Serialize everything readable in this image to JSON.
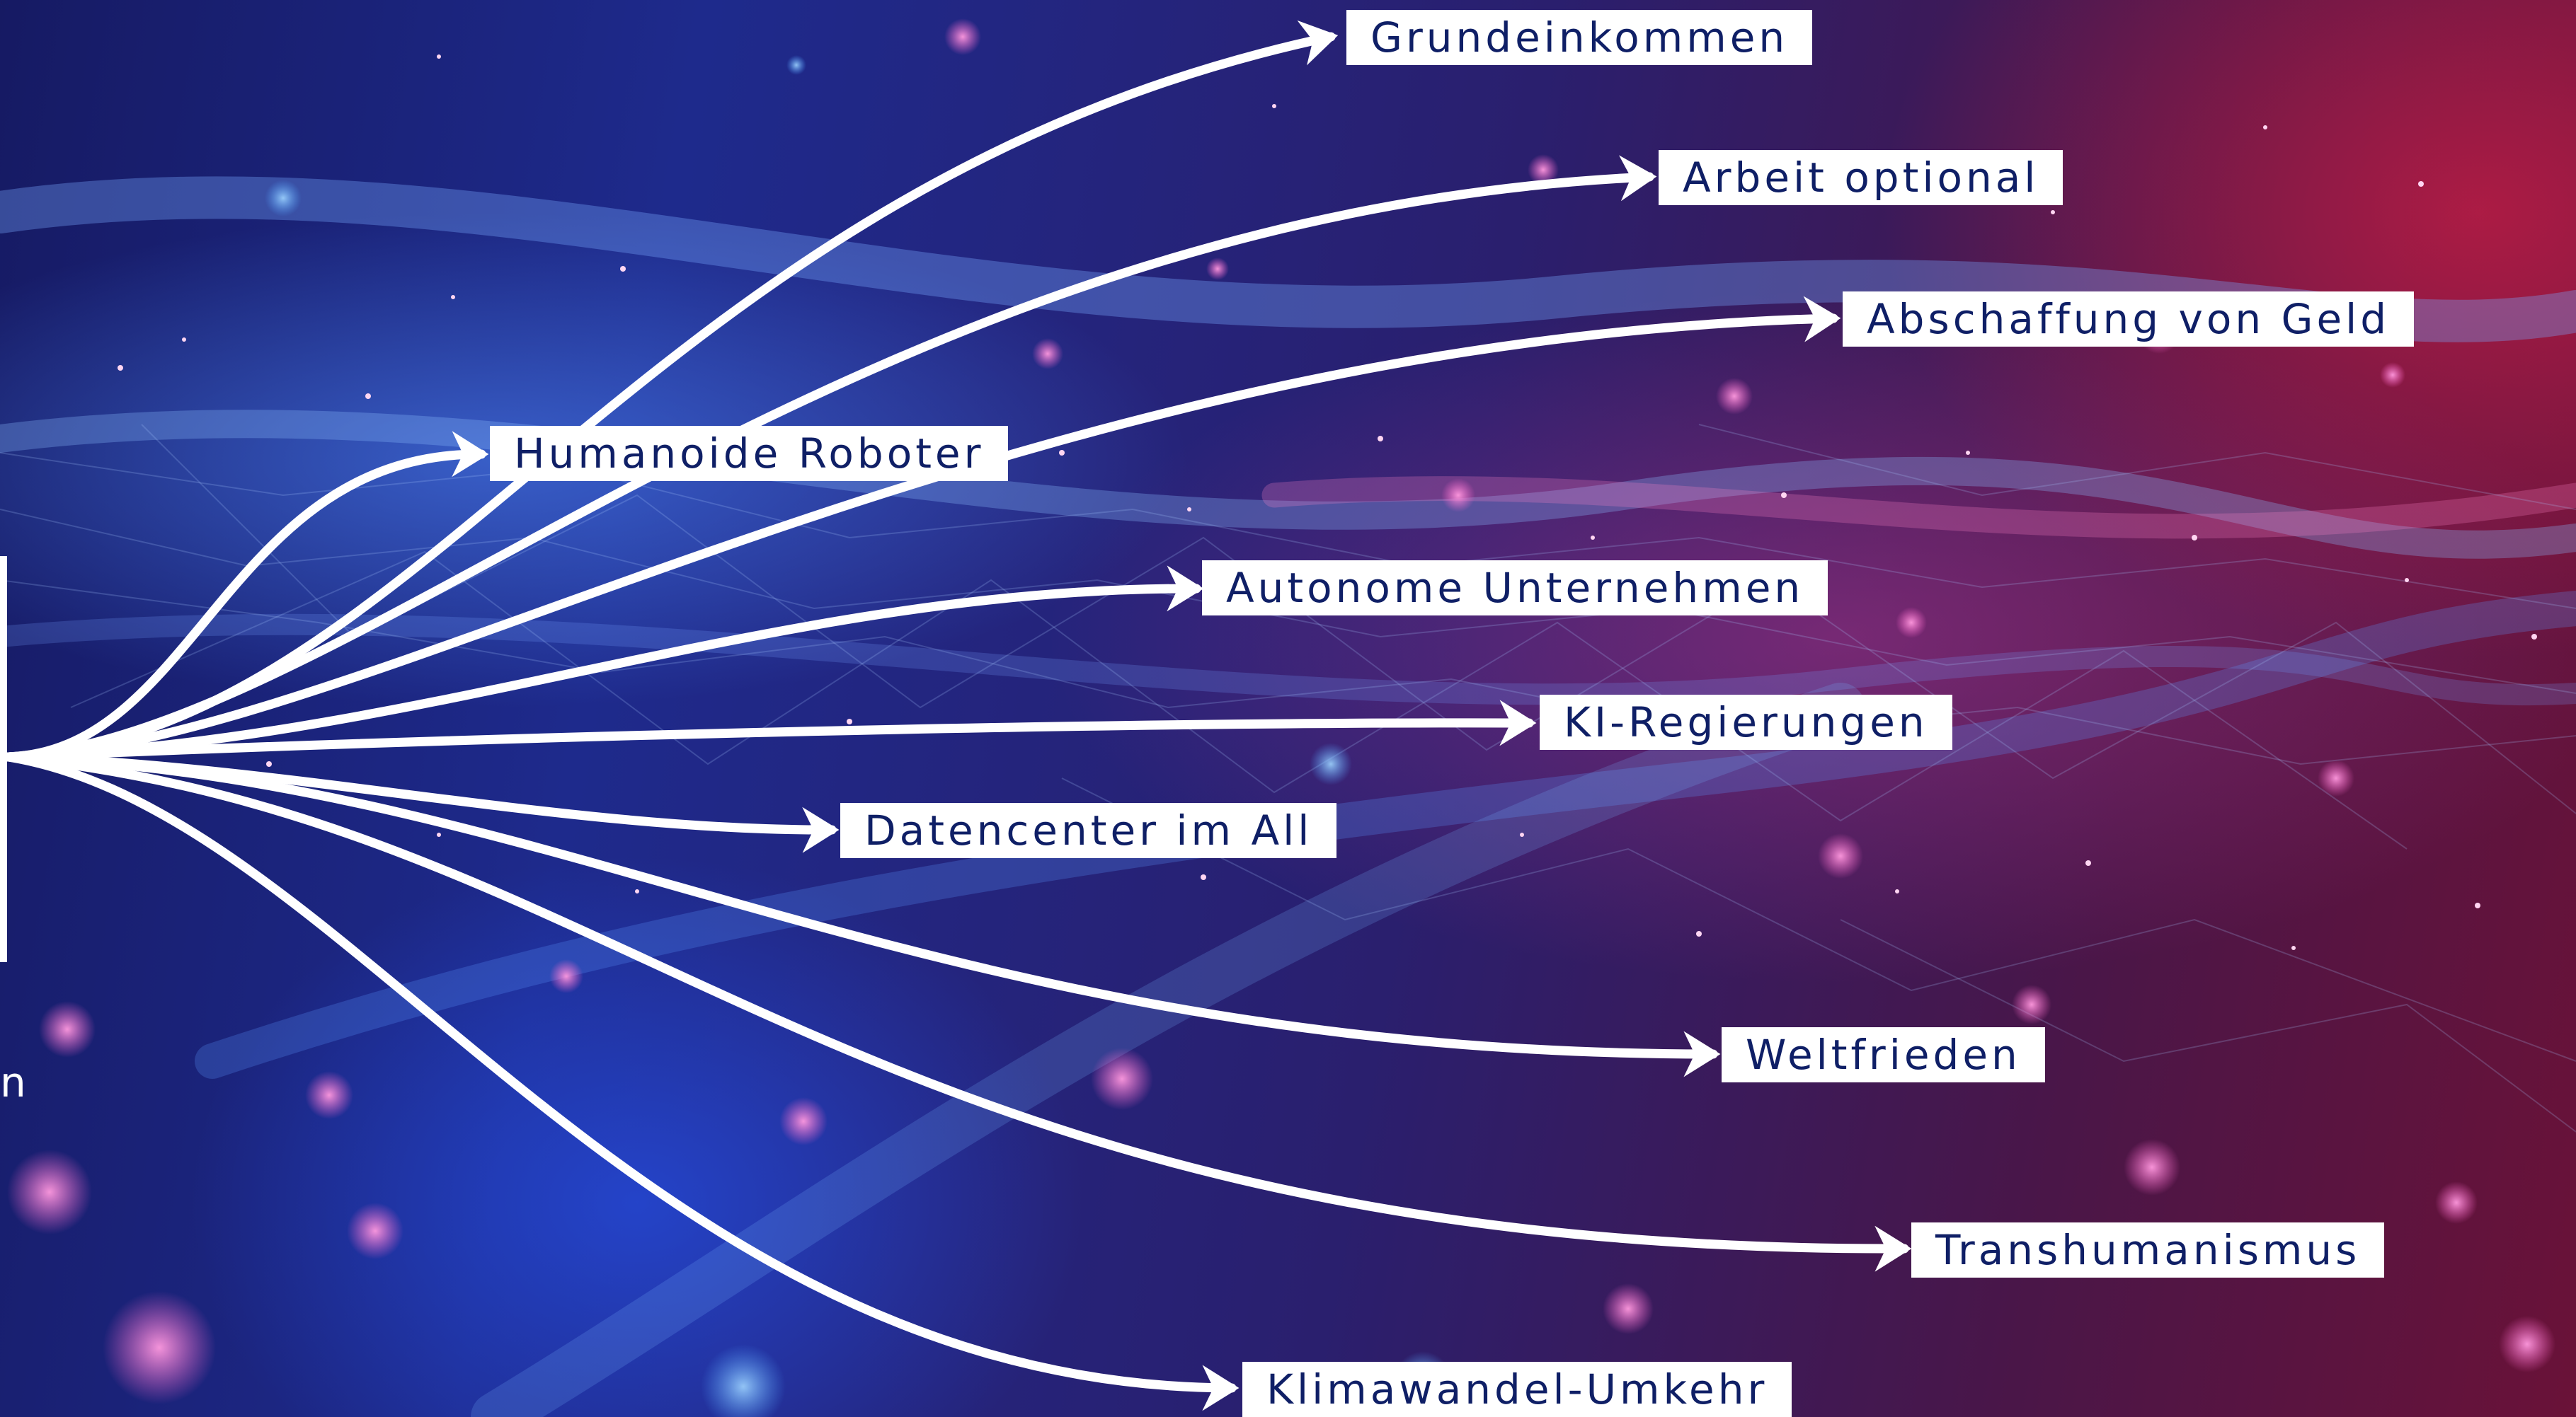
{
  "root": {
    "visible_text_fragment": "n"
  },
  "nodes": [
    {
      "id": "grundeinkommen",
      "label": "Grundeinkommen"
    },
    {
      "id": "arbeit-optional",
      "label": "Arbeit optional"
    },
    {
      "id": "abschaffung-von-geld",
      "label": "Abschaffung von Geld"
    },
    {
      "id": "humanoide-roboter",
      "label": "Humanoide Roboter"
    },
    {
      "id": "autonome-unternehmen",
      "label": "Autonome Unternehmen"
    },
    {
      "id": "ki-regierungen",
      "label": "KI-Regierungen"
    },
    {
      "id": "datencenter-im-all",
      "label": "Datencenter im All"
    },
    {
      "id": "weltfrieden",
      "label": "Weltfrieden"
    },
    {
      "id": "transhumanismus",
      "label": "Transhumanismus"
    },
    {
      "id": "klimawandel-umkehr",
      "label": "Klimawandel-Umkehr"
    }
  ],
  "colors": {
    "label_background": "#ffffff",
    "label_text": "#0f1f66",
    "arrow": "#ffffff",
    "background_left": "#1e2a8c",
    "background_right": "#6a1238"
  }
}
